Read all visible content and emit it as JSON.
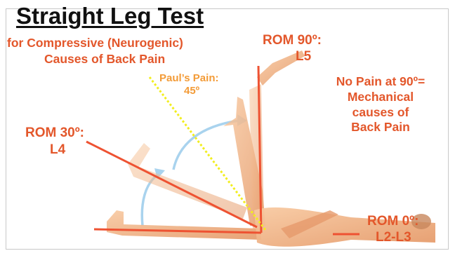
{
  "title": "Straight Leg Test",
  "subtitle_line1": "for Compressive (Neurogenic)",
  "subtitle_line2": "Causes of Back Pain",
  "rom90": {
    "line1": "ROM 90º:",
    "line2": "L5"
  },
  "pauls_pain": {
    "line1": "Paul’s Pain:",
    "line2": "45º"
  },
  "no_pain": {
    "lines": [
      "No Pain at 90º=",
      "Mechanical",
      "causes of",
      "Back Pain"
    ]
  },
  "rom30": {
    "line1": "ROM 30º:",
    "line2": "L4"
  },
  "rom0": {
    "line1": "ROM 0º:",
    "line2": "L2-L3"
  },
  "colors": {
    "label_orange": "#e3572b",
    "line_red": "#ee5232",
    "pain_yellow": "#f2ee1e",
    "pain_label_orange": "#f39b37",
    "arrow_blue": "#a9d3ee",
    "skin": "#f3b489"
  },
  "icons": [
    "reclining-figure-illustration",
    "arc-arrow-icon"
  ]
}
